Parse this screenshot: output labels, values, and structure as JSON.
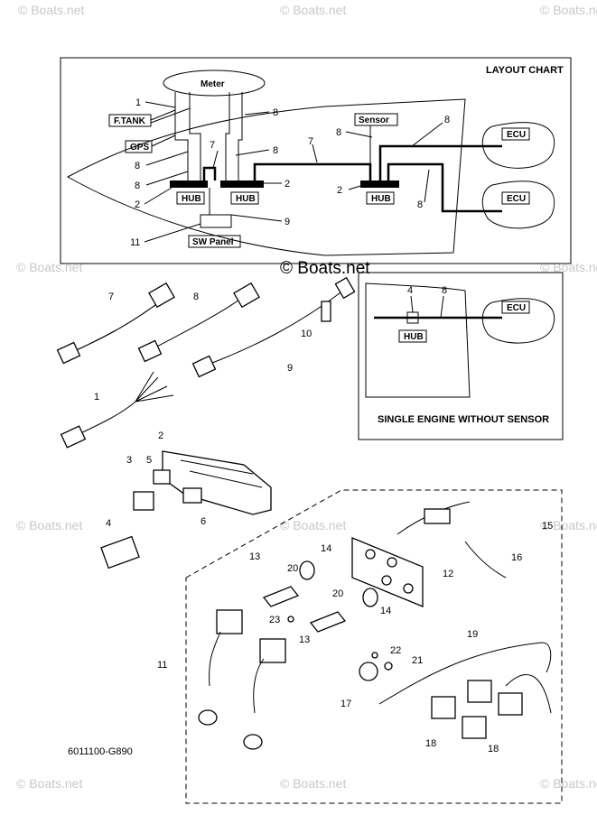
{
  "watermarks": [
    "© Boats.net",
    "© Boats.net",
    "© Boats.net",
    "© Boats.net",
    "© Boats.net",
    "© Boats.net",
    "© Boats.net",
    "© Boats.net",
    "© Boats.net",
    "© Boats.net",
    "© Boats.net"
  ],
  "center_watermark": "© Boats.net",
  "layout_chart": {
    "title": "LAYOUT CHART",
    "meter": "Meter",
    "ftank": "F.TANK",
    "gps": "GPS",
    "sensor": "Sensor",
    "hub": "HUB",
    "ecu": "ECU",
    "sw_panel": "SW Panel",
    "callouts": [
      "1",
      "8",
      "7",
      "8",
      "8",
      "8",
      "2",
      "2",
      "7",
      "9",
      "11",
      "8",
      "8",
      "2",
      "8"
    ]
  },
  "single_engine": {
    "title": "SINGLE ENGINE WITHOUT SENSOR",
    "hub": "HUB",
    "ecu": "ECU",
    "callouts": [
      "4",
      "8"
    ]
  },
  "parts_callouts": [
    "7",
    "8",
    "10",
    "9",
    "1",
    "2",
    "3",
    "5",
    "6",
    "4",
    "15",
    "16",
    "13",
    "14",
    "12",
    "20",
    "20",
    "14",
    "23",
    "13",
    "11",
    "19",
    "22",
    "21",
    "17",
    "18",
    "18"
  ],
  "diagram_code": "6011100-G890"
}
